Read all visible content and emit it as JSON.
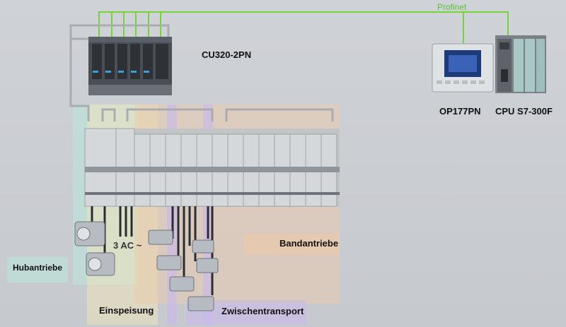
{
  "network": {
    "label": "Profinet",
    "color": "#7ed321"
  },
  "controller": {
    "label": "CU320-2PN"
  },
  "hmi": {
    "label": "OP177PN"
  },
  "plc": {
    "label": "CPU S7-300F"
  },
  "zones": {
    "hoist": {
      "label": "Hubantriebe",
      "color": "#b9e8dc"
    },
    "supply": {
      "label": "Einspeisung",
      "color": "#f1e6b7"
    },
    "transfer": {
      "label": "Zwischentransport",
      "color": "#c9b8ee"
    },
    "conveyor": {
      "label": "Bandantriebe",
      "color": "#f0c9a6"
    }
  },
  "supply_voltage": {
    "label": "3 AC ~"
  },
  "icons": [
    "motor-icon",
    "drive-module-icon",
    "control-unit-icon",
    "hmi-panel-icon",
    "plc-rack-icon"
  ]
}
